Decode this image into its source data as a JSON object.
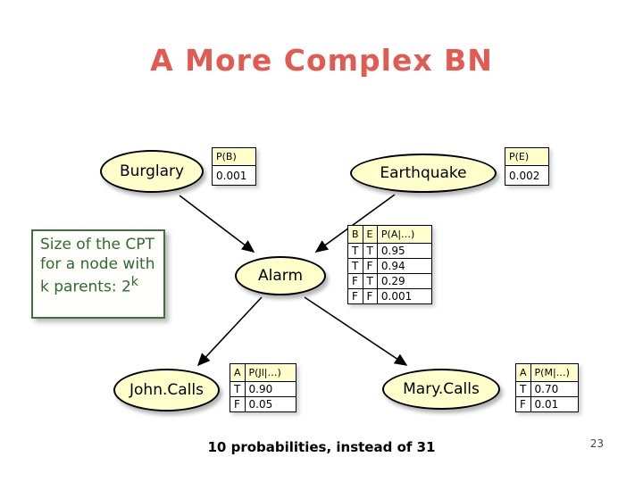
{
  "title": "A More Complex BN",
  "colors": {
    "title": "#e25a50",
    "node_fill": "#ffffcc",
    "note_border": "#40703c",
    "note_text": "#2f6b2f",
    "table_header_fill": "#ffffcc"
  },
  "nodes": {
    "burglary": {
      "label": "Burglary"
    },
    "earthquake": {
      "label": "Earthquake"
    },
    "alarm": {
      "label": "Alarm"
    },
    "johncalls": {
      "label": "John.Calls"
    },
    "marycalls": {
      "label": "Mary.Calls"
    }
  },
  "tables": {
    "pb": {
      "header": "P(B)",
      "value": "0.001"
    },
    "pe": {
      "header": "P(E)",
      "value": "0.002"
    },
    "alarm_cpt": {
      "headers": [
        "B",
        "E",
        "P(A|…)"
      ],
      "rows": [
        [
          "T",
          "T",
          "0.95"
        ],
        [
          "T",
          "F",
          "0.94"
        ],
        [
          "F",
          "T",
          "0.29"
        ],
        [
          "F",
          "F",
          "0.001"
        ]
      ]
    },
    "john_cpt": {
      "headers": [
        "A",
        "P(Jl|…)"
      ],
      "rows": [
        [
          "T",
          "0.90"
        ],
        [
          "F",
          "0.05"
        ]
      ]
    },
    "mary_cpt": {
      "headers": [
        "A",
        "P(M|…)"
      ],
      "rows": [
        [
          "T",
          "0.70"
        ],
        [
          "F",
          "0.01"
        ]
      ]
    }
  },
  "note": {
    "text": "Size of the CPT for a node with k parents: 2",
    "sup": "k"
  },
  "footer": {
    "text": "10 probabilities, instead of 31",
    "page": "23"
  }
}
